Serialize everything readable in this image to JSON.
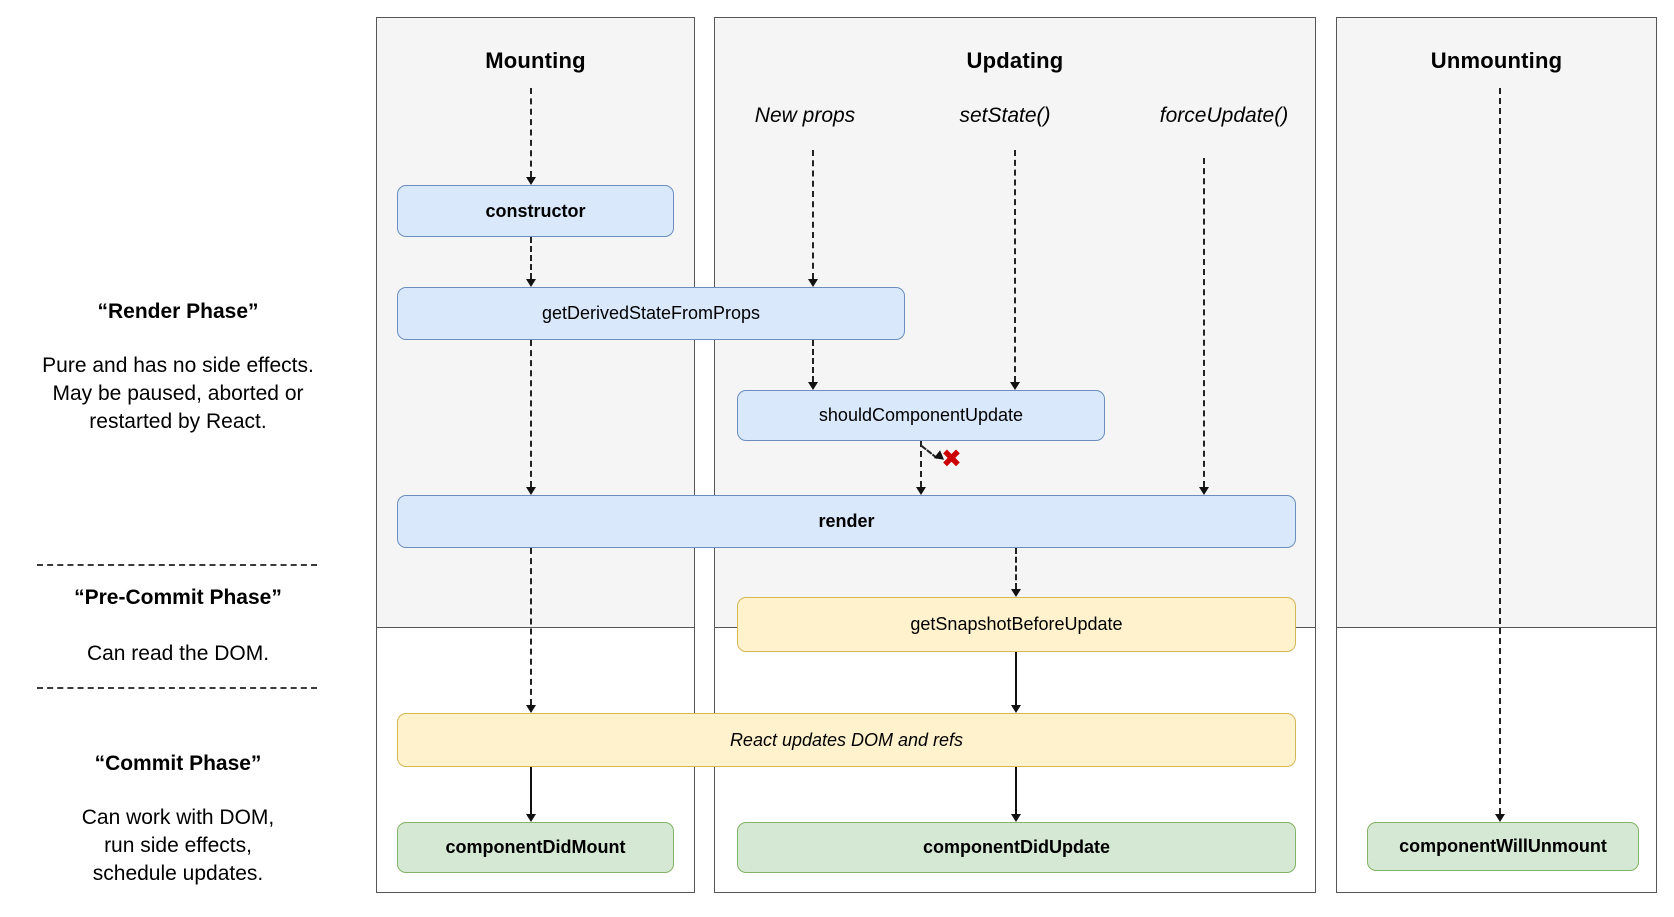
{
  "colors": {
    "panel_background": "#f5f5f5",
    "panel_border": "#565656",
    "box_blue_fill": "#dae8fc",
    "box_blue_border": "#6c8ebf",
    "box_yellow_fill": "#fff2cc",
    "box_yellow_border": "#d6b656",
    "box_green_fill": "#d5e8d4",
    "box_green_border": "#82b366",
    "abort_red": "#cc0000"
  },
  "sidebar": {
    "render_phase": {
      "title": "“Render Phase”",
      "lines": [
        "Pure and has no side effects.",
        "May be paused, aborted or",
        "restarted by React."
      ]
    },
    "pre_commit_phase": {
      "title": "“Pre-Commit Phase”",
      "lines": [
        "Can read the DOM."
      ]
    },
    "commit_phase": {
      "title": "“Commit Phase”",
      "lines": [
        "Can work with DOM,",
        "run side effects,",
        "schedule updates."
      ]
    }
  },
  "columns": {
    "mounting": {
      "title": "Mounting"
    },
    "updating": {
      "title": "Updating",
      "triggers": [
        "New props",
        "setState()",
        "forceUpdate()"
      ]
    },
    "unmounting": {
      "title": "Unmounting"
    }
  },
  "nodes": {
    "constructor": {
      "label": "constructor"
    },
    "getDerivedStateFromProps": {
      "label": "getDerivedStateFromProps"
    },
    "shouldComponentUpdate": {
      "label": "shouldComponentUpdate"
    },
    "render": {
      "label": "render"
    },
    "getSnapshotBeforeUpdate": {
      "label": "getSnapshotBeforeUpdate"
    },
    "reactUpdates": {
      "label": "React updates DOM and refs"
    },
    "componentDidMount": {
      "label": "componentDidMount"
    },
    "componentDidUpdate": {
      "label": "componentDidUpdate"
    },
    "componentWillUnmount": {
      "label": "componentWillUnmount"
    }
  },
  "icons": {
    "abort_x": "✖"
  }
}
